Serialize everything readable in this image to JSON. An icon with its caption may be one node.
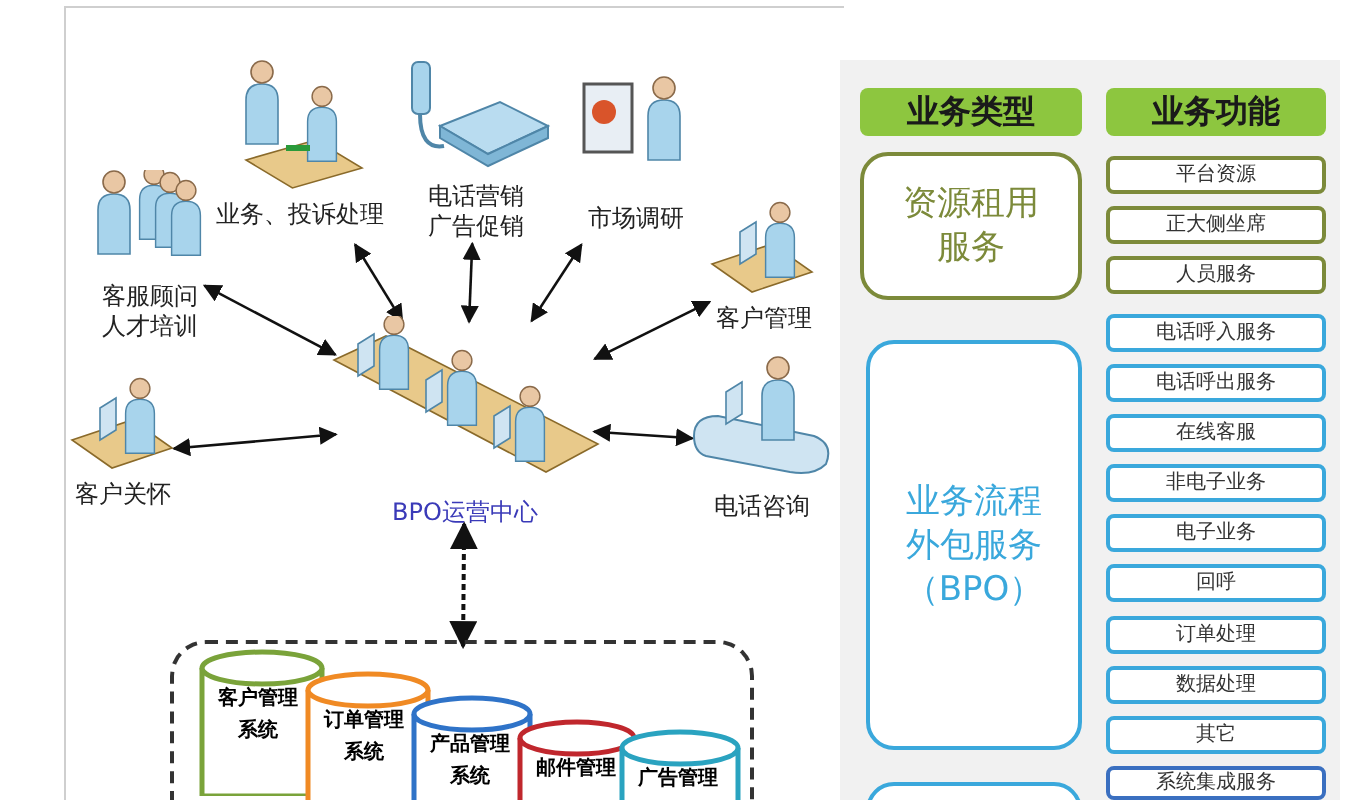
{
  "diagram": {
    "nodes": [
      {
        "text": [
          "BPO运营中心"
        ]
      },
      {
        "text": [
          "业务、投诉处理"
        ]
      },
      {
        "text": [
          "电话营销",
          "广告促销"
        ]
      },
      {
        "text": [
          "市场调研"
        ]
      },
      {
        "text": [
          "客服顾问",
          "人才培训"
        ]
      },
      {
        "text": [
          "客户管理"
        ]
      },
      {
        "text": [
          "客户关怀"
        ]
      },
      {
        "text": [
          "电话咨询"
        ]
      },
      {
        "text": [],
        "shape": "box"
      },
      {
        "text": [
          "客户管理系统"
        ],
        "in": 8
      },
      {
        "text": [
          "订单管理系统"
        ],
        "in": 8
      },
      {
        "text": [
          "产品管理系统"
        ],
        "in": 8
      },
      {
        "text": [
          "邮件管理"
        ],
        "in": 8
      },
      {
        "text": [
          "广告管理"
        ],
        "in": 8
      },
      {
        "text": [
          "业务类型"
        ]
      },
      {
        "text": [
          "业务功能"
        ]
      },
      {
        "text": [
          "资源租用服务"
        ]
      },
      {
        "text": [
          "平台资源"
        ]
      },
      {
        "text": [
          "正大侧坐席"
        ]
      },
      {
        "text": [
          "人员服务"
        ]
      },
      {
        "text": [
          "业务流程外包服务（BPO）"
        ]
      },
      {
        "text": [
          "电话呼入服务"
        ]
      },
      {
        "text": [
          "电话呼出服务"
        ]
      },
      {
        "text": [
          "在线客服"
        ]
      },
      {
        "text": [
          "非电子业务"
        ]
      },
      {
        "text": [
          "电子业务"
        ]
      },
      {
        "text": [
          "回呼"
        ]
      },
      {
        "text": [
          "订单处理"
        ]
      },
      {
        "text": [
          "数据处理"
        ]
      },
      {
        "text": [
          "其它"
        ]
      },
      {
        "text": [
          "系统集成服务"
        ]
      },
      {
        "text": [],
        "shape": "box"
      }
    ],
    "edges": [
      {
        "from": 0,
        "to": 1,
        "arrow": "both"
      },
      {
        "from": 0,
        "to": 2,
        "arrow": "both"
      },
      {
        "from": 0,
        "to": 3,
        "arrow": "both"
      },
      {
        "from": 0,
        "to": 4,
        "arrow": "both"
      },
      {
        "from": 0,
        "to": 5,
        "arrow": "both"
      },
      {
        "from": 0,
        "to": 6,
        "arrow": "both"
      },
      {
        "from": 0,
        "to": 7,
        "arrow": "both"
      },
      {
        "from": 0,
        "to": 8,
        "arrow": "both",
        "style": "dashed"
      }
    ]
  }
}
